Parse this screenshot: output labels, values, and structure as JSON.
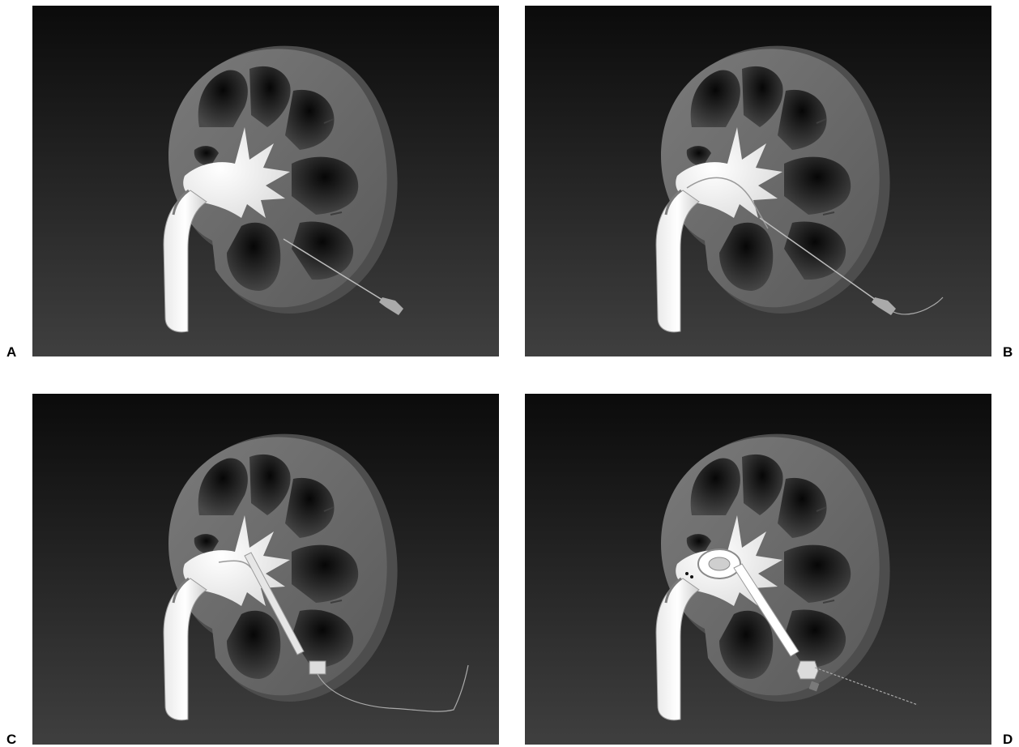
{
  "panels": [
    {
      "id": "A",
      "label": "A",
      "step": "needle"
    },
    {
      "id": "B",
      "label": "B",
      "step": "guidewire"
    },
    {
      "id": "C",
      "label": "C",
      "step": "dilator"
    },
    {
      "id": "D",
      "label": "D",
      "step": "nephroscope"
    }
  ],
  "colors": {
    "background_top": "#0b0b0b",
    "background_bottom": "#3f3f3f",
    "cortex": "#6f6f6f",
    "cortex_edge": "#4d4d4d",
    "pelvis": "#ffffff",
    "ureter": "#f2f2f2",
    "wire": "#bdbdbd"
  }
}
